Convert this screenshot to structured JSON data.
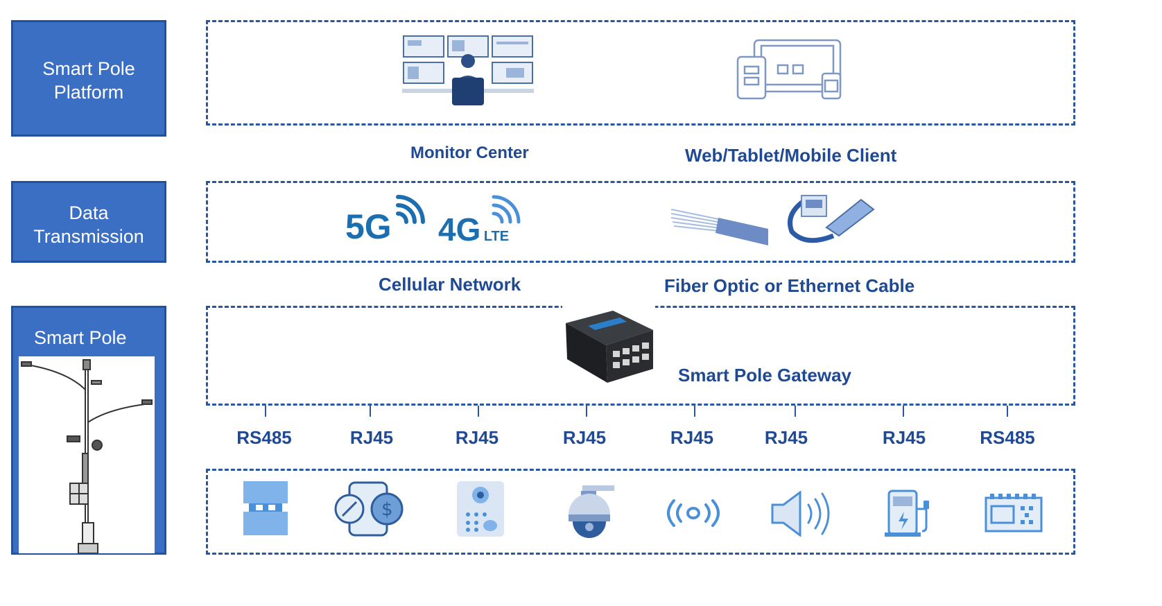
{
  "layers": {
    "platform": "Smart Pole\nPlatform",
    "transmission": "Data\nTransmission",
    "pole": "Smart Pole"
  },
  "labels": {
    "monitor_center": "Monitor Center",
    "web_client": "Web/Tablet/Mobile Client",
    "cellular": "Cellular Network",
    "fiber": "Fiber Optic or Ethernet Cable",
    "gateway": "Smart Pole Gateway"
  },
  "badges": {
    "g5": "5G",
    "g4": "4G",
    "lte": "LTE"
  },
  "ports": [
    "RS485",
    "RJ45",
    "RJ45",
    "RJ45",
    "RJ45",
    "RJ45",
    "RJ45",
    "RS485"
  ],
  "devices": [
    "smart-cabinet-icon",
    "payment-terminal-icon",
    "intercom-panel-icon",
    "dome-camera-icon",
    "wireless-sensor-icon",
    "speaker-icon",
    "ev-charger-icon",
    "control-board-icon"
  ],
  "colors": {
    "layer_fill": "#3a6fc4",
    "dash_border": "#2a56a0",
    "label_text": "#1f4a93",
    "icon_blue": "#4a90d9"
  }
}
